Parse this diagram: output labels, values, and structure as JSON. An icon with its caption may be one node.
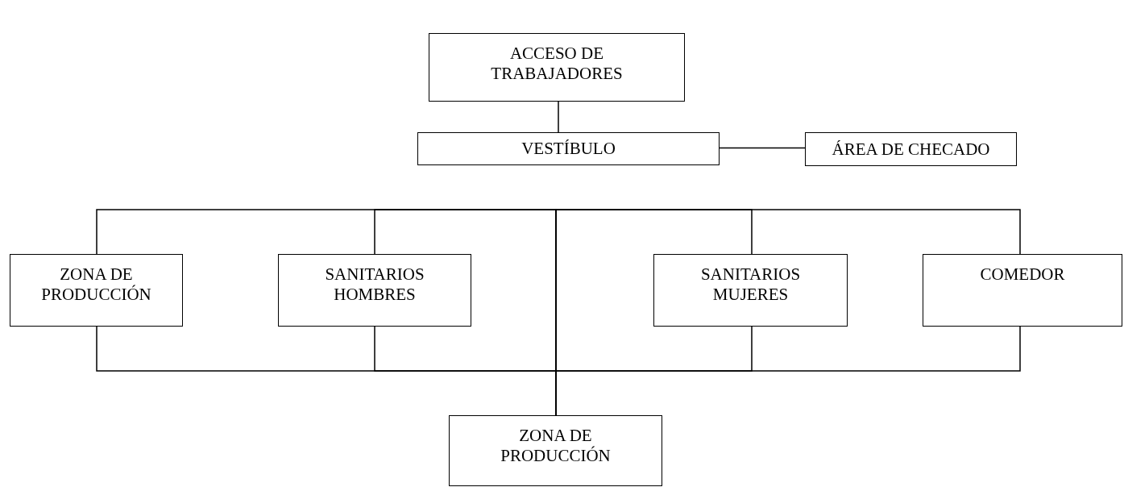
{
  "diagram": {
    "nodes": [
      {
        "text": [
          "ACCESO DE TRABAJADORES"
        ]
      },
      {
        "text": [
          "VESTÍBULO"
        ]
      },
      {
        "text": [
          "ÁREA DE CHECADO"
        ]
      },
      {
        "text": [
          "ZONA DE PRODUCCIÓN"
        ]
      },
      {
        "text": [
          "SANITARIOS HOMBRES"
        ]
      },
      {
        "text": [
          "SANITARIOS MUJERES"
        ]
      },
      {
        "text": [
          "COMEDOR"
        ]
      },
      {
        "text": [
          "ZONA DE PRODUCCIÓN"
        ]
      }
    ],
    "edges": [
      {
        "from": 0,
        "to": 1,
        "arrow": "none"
      },
      {
        "from": 1,
        "to": 2,
        "arrow": "none"
      },
      {
        "from": 3,
        "to": 7,
        "arrow": "none"
      },
      {
        "from": 4,
        "to": 7,
        "arrow": "none"
      },
      {
        "from": 5,
        "to": 7,
        "arrow": "none"
      },
      {
        "from": 6,
        "to": 7,
        "arrow": "none"
      },
      {
        "from": 3,
        "to": 7,
        "arrow": "none"
      },
      {
        "from": 4,
        "to": 7,
        "arrow": "none"
      },
      {
        "from": 5,
        "to": 7,
        "arrow": "none"
      },
      {
        "from": 6,
        "to": 7,
        "arrow": "none"
      }
    ]
  }
}
